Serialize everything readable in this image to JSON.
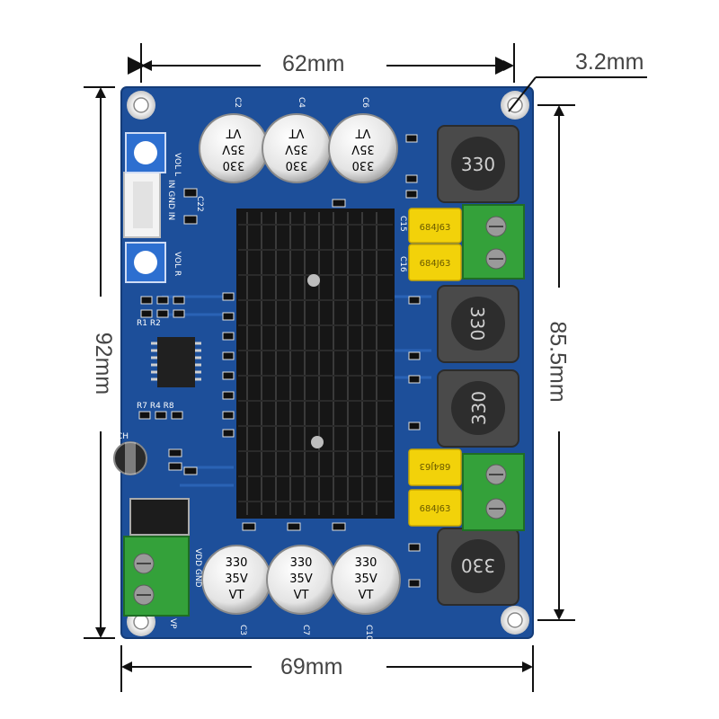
{
  "dimensions": {
    "top_width": "62mm",
    "hole_diameter": "3.2mm",
    "left_height": "92mm",
    "right_height": "85.5mm",
    "bottom_width": "69mm"
  },
  "board": {
    "capacitor_top": [
      "330\n35V\nVT",
      "330\n35V\nVT",
      "330\n35V\nVT"
    ],
    "capacitor_label": [
      "330",
      "35V",
      "VT"
    ],
    "inductor_label": "330",
    "film_cap_label": "684J63",
    "silk": {
      "vol_l": "VOL L",
      "inputs": "IN GND IN",
      "vol_r": "VOL R",
      "vdd_gnd": "VDD GND",
      "vp": "VP",
      "c2": "C2",
      "c4": "C4",
      "c6": "C6",
      "c3": "C3",
      "c7": "C7",
      "c10": "C10",
      "c15": "C15",
      "c16": "C16",
      "c22": "C22",
      "ch": "CH",
      "r1": "R1 R2",
      "r3": "R7 R4 R8"
    }
  },
  "colors": {
    "pcb": "#1d4f9a",
    "pcb_dark": "#163f80",
    "heatsink": "#161616",
    "terminal": "#34a13a",
    "film_cap": "#f2d20a",
    "dimension_line": "#111111"
  }
}
